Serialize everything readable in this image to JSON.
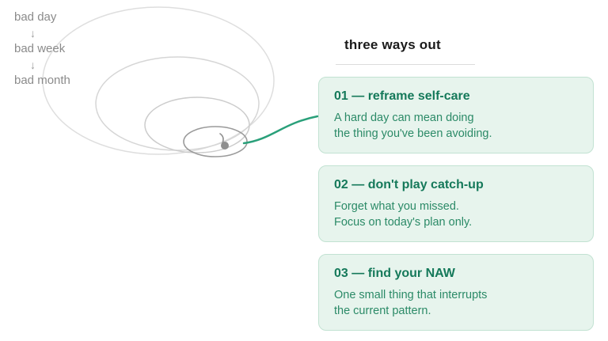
{
  "colors": {
    "accent_green": "#2aa07a",
    "card_background": "#e7f4ed",
    "card_border": "#c2e2d2",
    "card_title_green": "#15795a",
    "card_body_green": "#2b8a67",
    "spiral_gray": "#d6d6d6",
    "spiral_inner_gray": "#9a9a9a",
    "label_gray": "#8b8b8b",
    "heading_black": "#1a1a1a"
  },
  "spiral": {
    "labels": [
      "bad day",
      "bad week",
      "bad month"
    ],
    "arrow": "↓"
  },
  "panel": {
    "heading": "three ways out",
    "cards": [
      {
        "title": "01 — reframe self-care",
        "body": [
          "A hard day can mean doing",
          "the thing you've been avoiding."
        ]
      },
      {
        "title": "02 — don't play catch-up",
        "body": [
          "Forget what you missed.",
          "Focus on today's plan only."
        ]
      },
      {
        "title": "03 — find your NAW",
        "body": [
          "One small thing that interrupts",
          "the current pattern."
        ]
      }
    ]
  }
}
